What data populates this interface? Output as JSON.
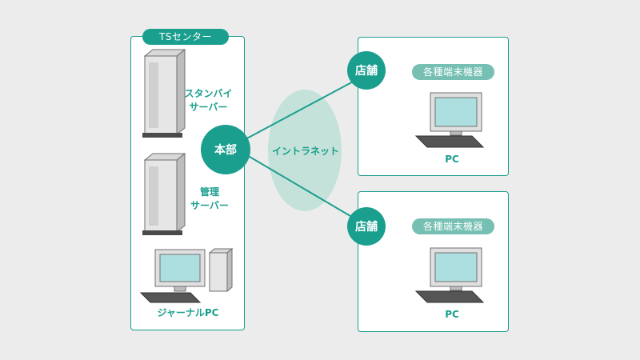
{
  "colors": {
    "teal": "#1a9e8e",
    "teal_light": "#75bfb3",
    "cloud": "#c4e2da",
    "screen": "#aedfe0"
  },
  "ts_center": {
    "title": "TSセンター",
    "standby_server": {
      "line1": "スタンバイ",
      "line2": "サーバー"
    },
    "mgmt_server": {
      "line1": "管理",
      "line2": "サーバー"
    },
    "journal_pc": "ジャーナルPC"
  },
  "hq": {
    "label": "本部"
  },
  "network": {
    "label": "イントラネット"
  },
  "stores": [
    {
      "label": "店舗",
      "devices_label": "各種端末機器",
      "pc_label": "PC"
    },
    {
      "label": "店舗",
      "devices_label": "各種端末機器",
      "pc_label": "PC"
    }
  ]
}
